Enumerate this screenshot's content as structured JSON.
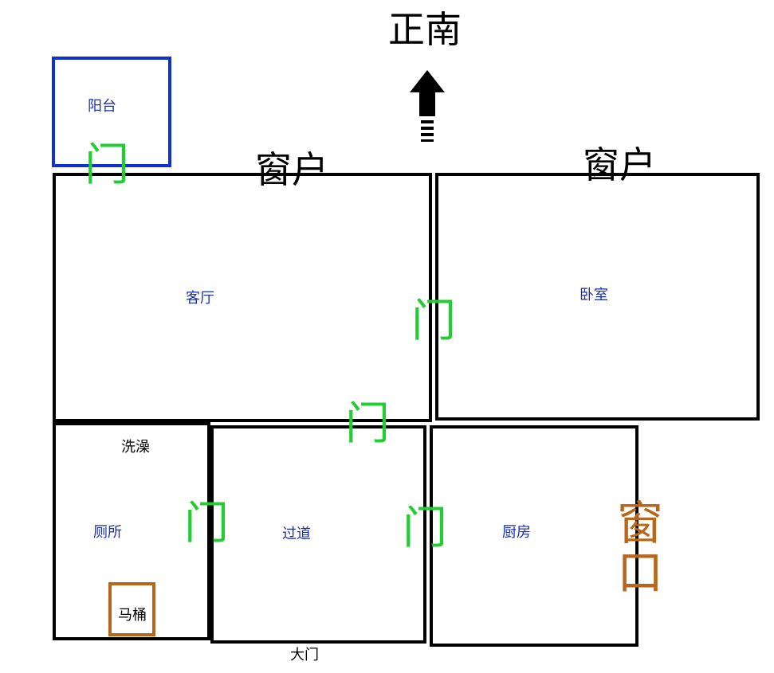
{
  "direction": {
    "label": "正南",
    "icon": "arrow-up-icon"
  },
  "rooms": {
    "balcony": "阳台",
    "living_room": "客厅",
    "bedroom": "卧室",
    "shower": "洗澡",
    "toilet_room": "厕所",
    "toilet_fixture": "马桶",
    "hallway": "过道",
    "kitchen": "厨房"
  },
  "windows": {
    "living": "窗户",
    "bedroom": "窗户",
    "kitchen": "窗口"
  },
  "doors": {
    "balcony": "门",
    "living_bedroom": "门",
    "living_hallway": "门",
    "bath_hallway": "门",
    "hallway_kitchen": "门"
  },
  "main_door": "大门",
  "colors": {
    "walls": "#000000",
    "balcony_border": "#1030d0",
    "door_text": "#22cc33",
    "room_label_text": "#1a2fb0",
    "accent_orange": "#b8661a"
  }
}
